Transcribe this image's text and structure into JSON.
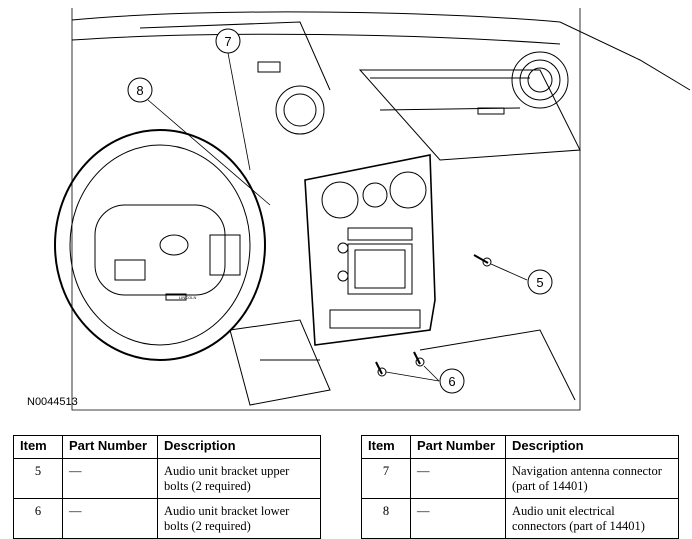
{
  "figure": {
    "id": "N0044513",
    "callouts": [
      "7",
      "8",
      "5",
      "6"
    ],
    "brand_badge": "LINCOLN"
  },
  "tables": [
    {
      "headers": [
        "Item",
        "Part Number",
        "Description"
      ],
      "rows": [
        {
          "item": "5",
          "part": "—",
          "desc_line1": "Audio unit bracket upper",
          "desc_line2": "bolts (2 required)"
        },
        {
          "item": "6",
          "part": "—",
          "desc_line1": "Audio unit bracket lower",
          "desc_line2": "bolts (2 required)"
        }
      ]
    },
    {
      "headers": [
        "Item",
        "Part Number",
        "Description"
      ],
      "rows": [
        {
          "item": "7",
          "part": "—",
          "desc_line1": "Navigation antenna connector",
          "desc_line2": "(part of 14401)"
        },
        {
          "item": "8",
          "part": "—",
          "desc_line1": "Audio unit electrical",
          "desc_line2": "connectors (part of 14401)"
        }
      ]
    }
  ]
}
